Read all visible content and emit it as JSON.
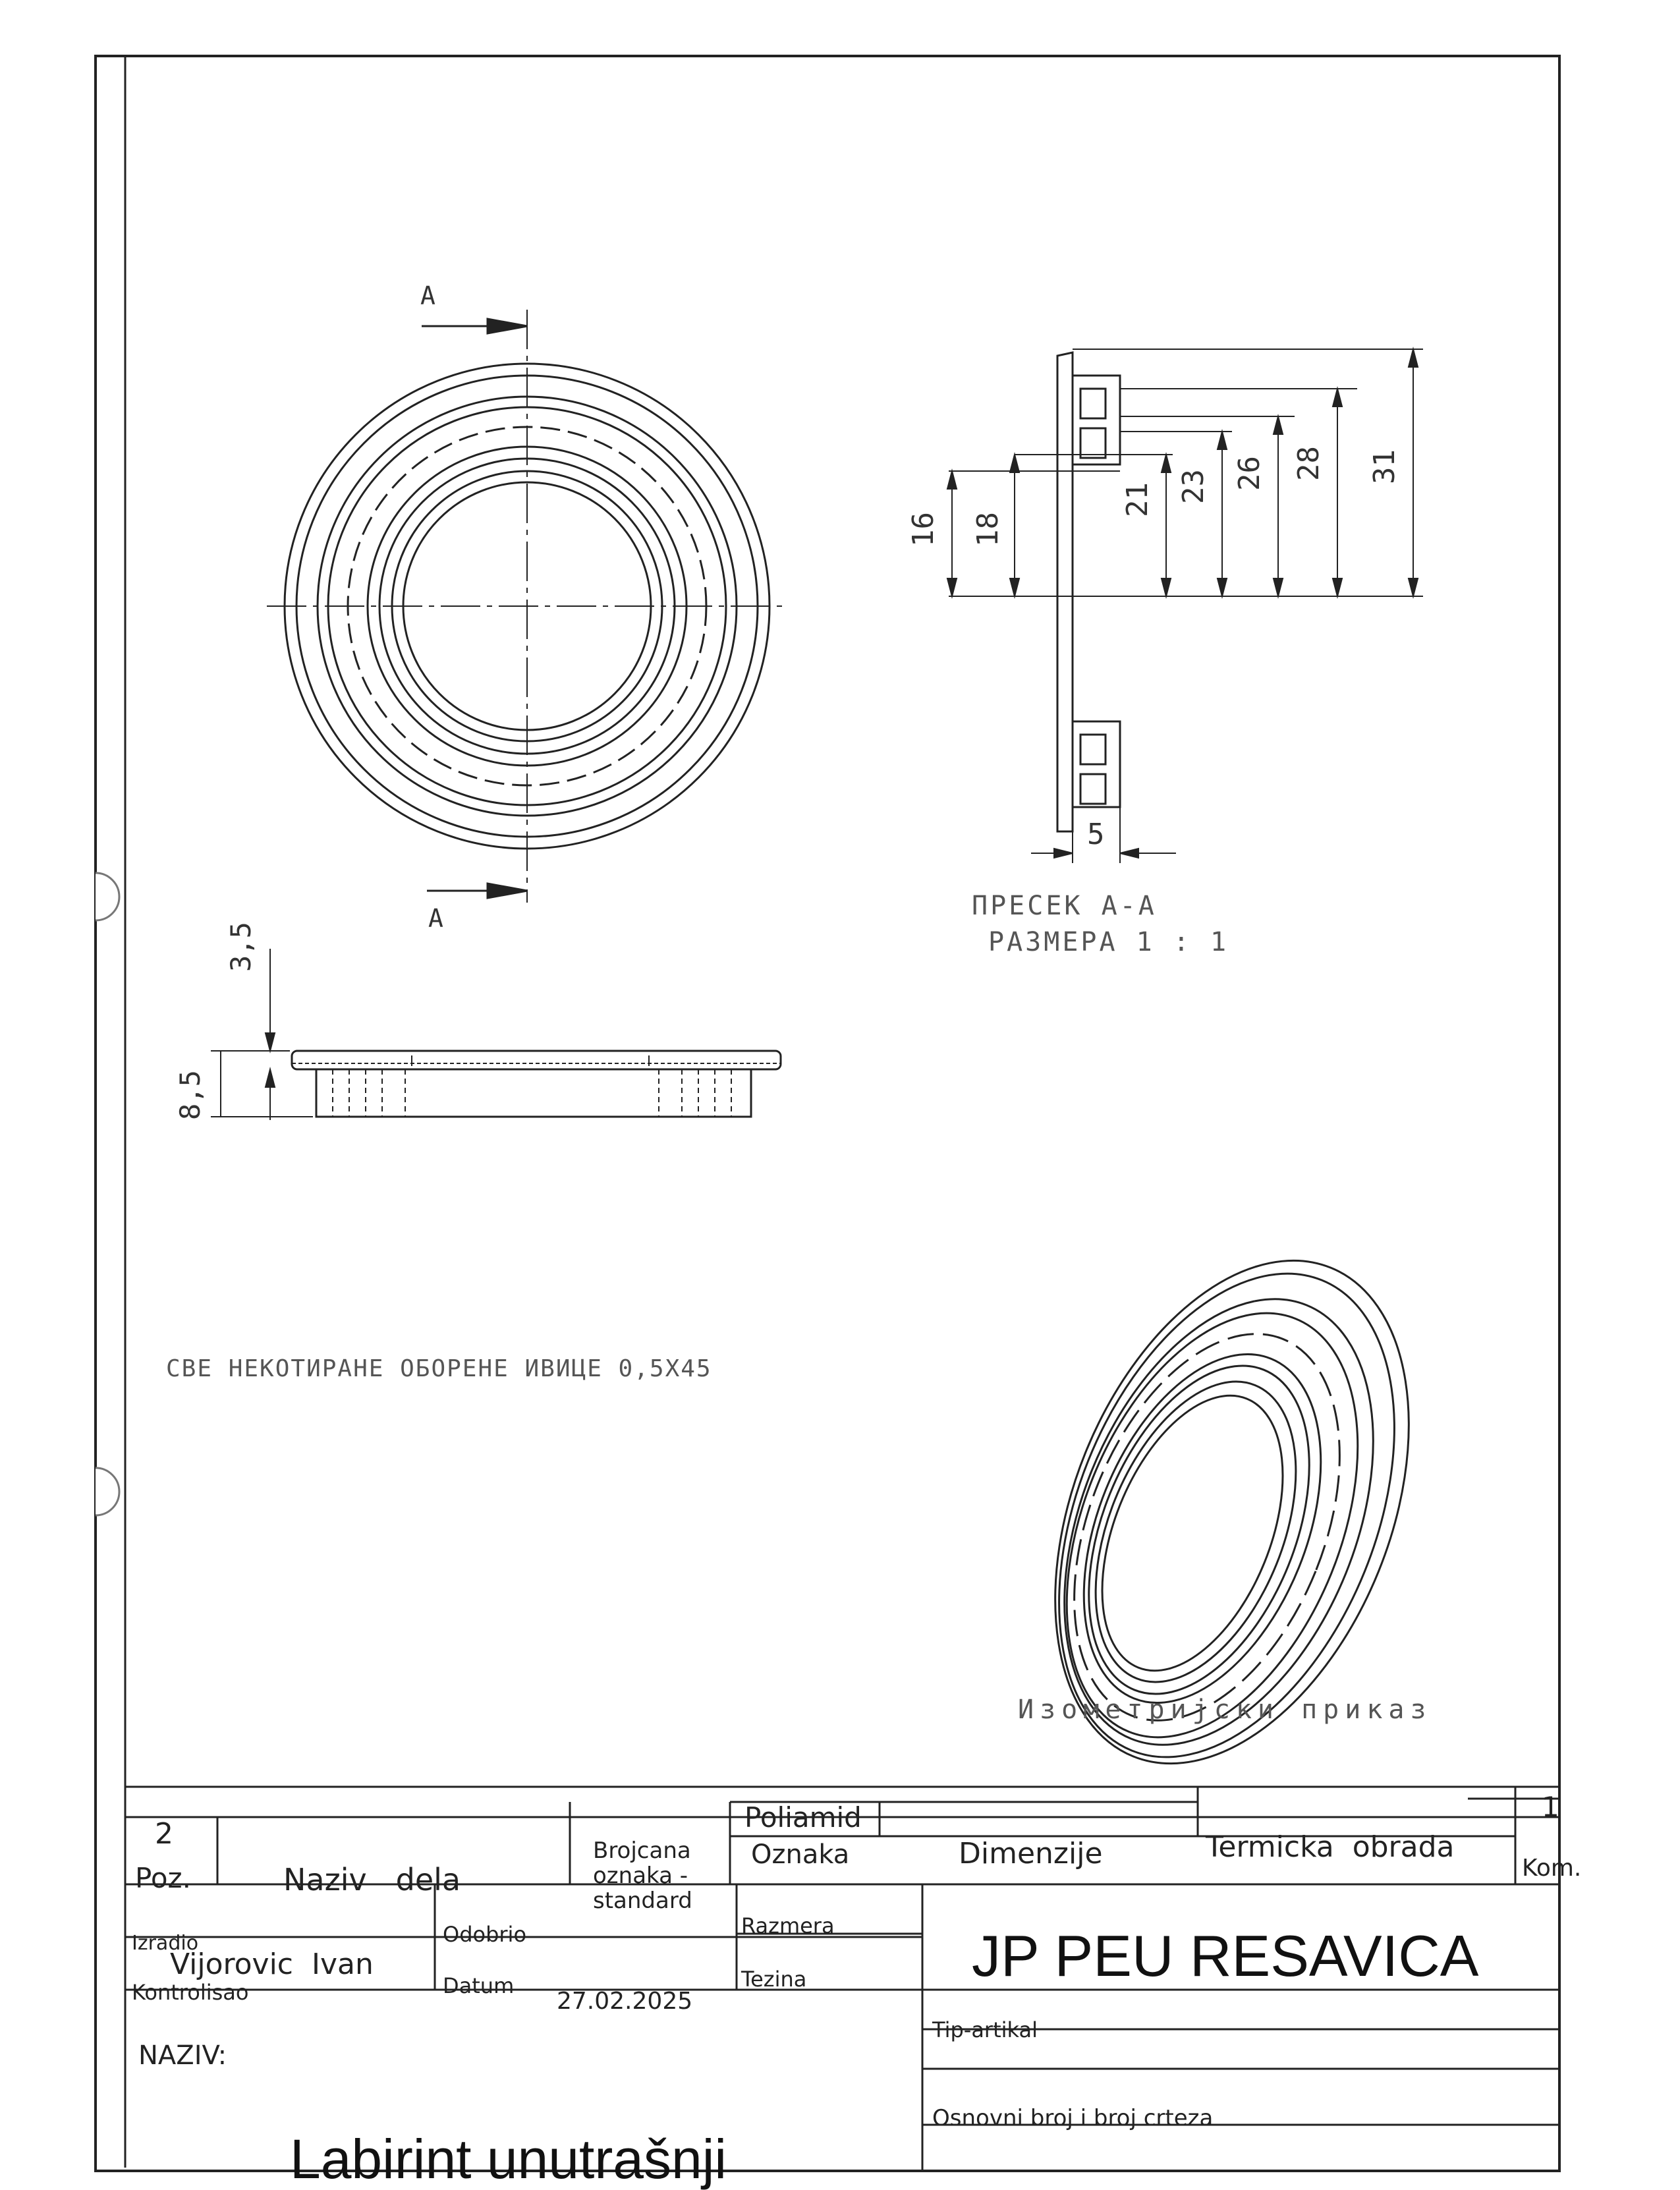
{
  "views": {
    "front_section_marker_top": "A",
    "front_section_marker_bottom": "A",
    "side_dims": {
      "top": "3,5",
      "bottom": "8,5"
    },
    "section_dims": {
      "d16": "16",
      "d18": "18",
      "d21": "21",
      "d23": "23",
      "d26": "26",
      "d28": "28",
      "d31": "31",
      "w5": "5"
    },
    "section_title_line1": "ПРЕСЕК А-А",
    "section_title_line2": "РАЗМЕРА 1 : 1",
    "note": "СВЕ НЕКОТИРАНЕ ОБОРЕНЕ ИВИЦЕ 0,5Х45",
    "iso_caption": "Изометриjски приказ"
  },
  "title_block": {
    "material": "Poliamid",
    "quantity": "1",
    "position_value": "2",
    "headers": {
      "poz": "Poz.",
      "naziv_dela": "Naziv   dela",
      "brojcana_l1": "Brojcana",
      "brojcana_l2": "oznaka -",
      "brojcana_l3": "standard",
      "oznaka": "Oznaka",
      "dimenzije": "Dimenzije",
      "termicka": "Termicka  obrada",
      "kom": "Kom."
    },
    "izradio_label": "Izradio",
    "izradio_value": "Vijorovic  Ivan",
    "odobrio_label": "Odobrio",
    "kontrolisao_label": "Kontrolisao",
    "datum_label": "Datum",
    "datum_value": "27.02.2025",
    "razmera_label": "Razmera",
    "tezina_label": "Tezina",
    "company": "JP PEU RESAVICA",
    "tip_artikal_label": "Tip-artikal",
    "naziv_label": "NAZIV:",
    "osnovni_label": "Osnovni broj i broj crteza",
    "part_name": "Labirint unutrašnji"
  }
}
